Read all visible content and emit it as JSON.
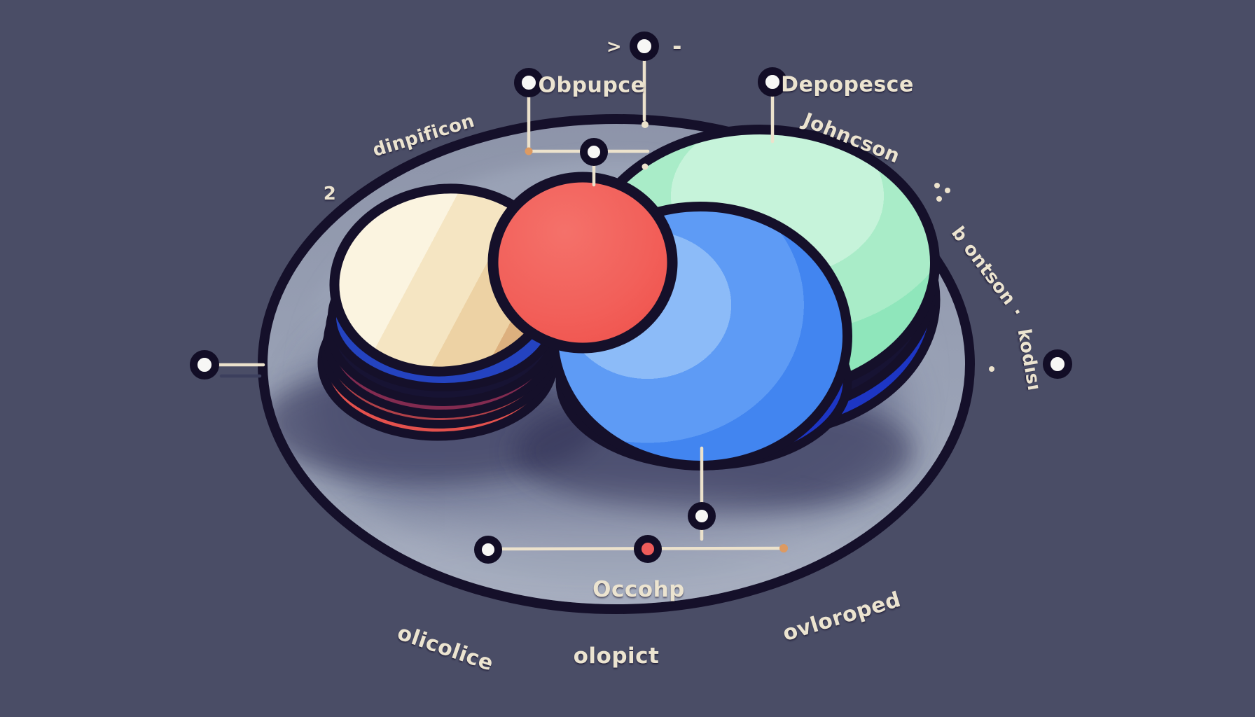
{
  "labels": {
    "top_left_callout": "Obpupce",
    "caret_glyph": ">",
    "dash_glyph": "-",
    "top_right_callout": "Depopesce",
    "top_right_sub": "Johncson",
    "upper_left_arc": "dinpificon",
    "upper_left_number": "2",
    "bottom_center_callout": "Occohp",
    "bottom_left_arc": "olicolice",
    "bottom_center_arc": "olopict",
    "bottom_right_arc": "ovloroped",
    "right_side_primary": "b ontson",
    "right_side_separator": "·",
    "right_side_secondary": "kodısı"
  },
  "palette": {
    "background": "#4a4d66",
    "dish_surface": "#98a0b4",
    "dish_edge_shade": "#8d94a9",
    "outline": "#15102a",
    "cream_top": "#f5e5c2",
    "cream_dark": "#ddb07e",
    "red_circle": "#ef5650",
    "blue_ellipse": "#4285f0",
    "green_ellipse": "#8fe6bb",
    "deep_blue_layer": "#1d36c4",
    "maroon_layer": "#7c2b50",
    "crimson_layer": "#b04048",
    "navy_layer": "#171333",
    "bottom_red_layer": "#e4514d",
    "callout_line": "#ece2cc",
    "orange_dot": "#dd9a62",
    "marker_red_core": "#ee5c5a",
    "marker_white_core": "#f7f7f5",
    "label_text": "#ece4d0"
  }
}
